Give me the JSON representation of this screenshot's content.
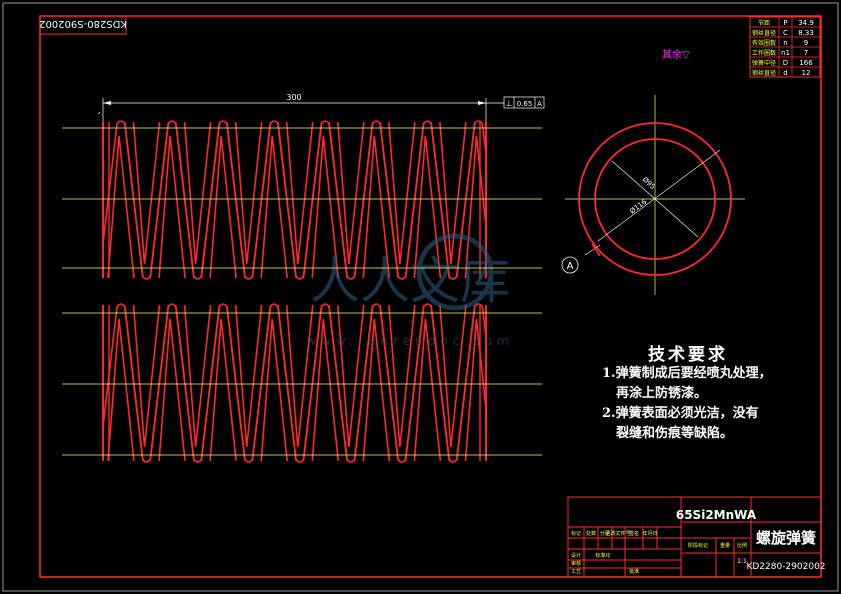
{
  "drawing_number": "KDS280-S902002",
  "drawing_number_bottom": "KD2280-2902002",
  "params": [
    {
      "name": "节距",
      "sym": "P",
      "val": "34.9"
    },
    {
      "name": "钢丝直径",
      "sym": "C",
      "val": "8.33"
    },
    {
      "name": "有效圈数",
      "sym": "n",
      "sym2": "",
      "val": "9"
    },
    {
      "name": "工作圈数",
      "sym": "n1",
      "val": "7"
    },
    {
      "name": "弹簧中径",
      "sym": "D",
      "val": "166"
    },
    {
      "name": "钢丝直径",
      "sym": "d",
      "val": "12"
    }
  ],
  "roughness_note": "其余▽",
  "dim_length": "300",
  "tolerance_box": {
    "symbol": "⊥",
    "value": "0.65",
    "datum": "A"
  },
  "left_tag": "3°",
  "diam_inner": "Ø95",
  "diam_outer": "Ø116",
  "datum_label": "A",
  "watermark": {
    "text": "人人文库",
    "url": "www.renrendoc.com"
  },
  "requirements": {
    "title": "技术要求",
    "items": [
      "1.弹簧制成后要经喷丸处理，",
      "再涂上防锈漆。",
      "2.弹簧表面必须光洁，没有",
      "裂缝和伤痕等缺陷。"
    ]
  },
  "title_block": {
    "material": "65Si2MnWA",
    "part_name": "螺旋弹簧",
    "cells": [
      "标记",
      "处数",
      "分区",
      "更改文件号",
      "签名",
      "年月日",
      "设计",
      "标准化",
      "审核",
      "工艺",
      "批准",
      "阶段标记",
      "重量",
      "比例"
    ],
    "scale": "1:1"
  }
}
